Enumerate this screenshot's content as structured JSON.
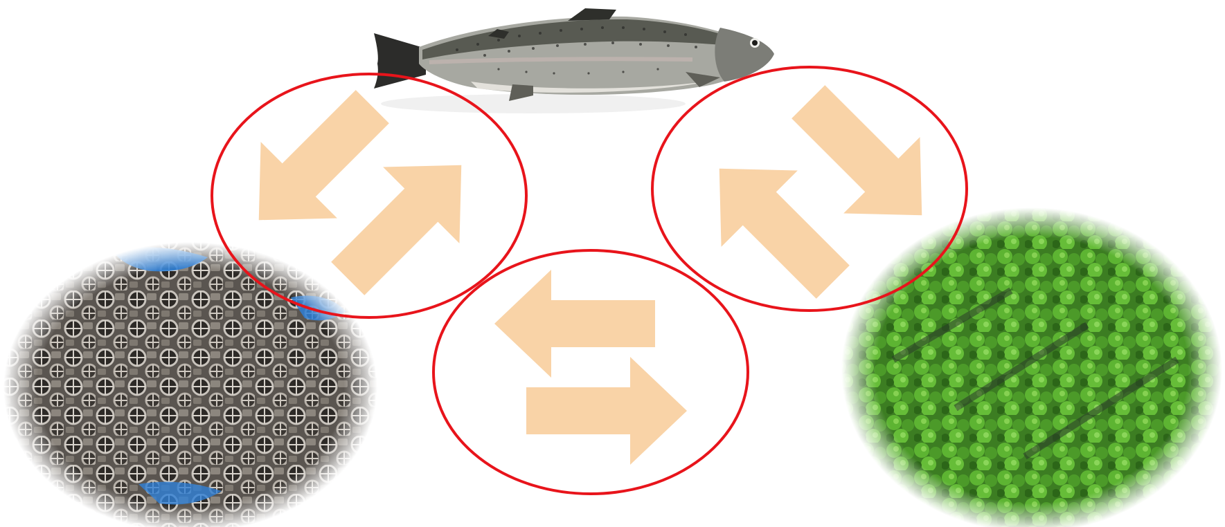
{
  "diagram": {
    "nodes": [
      {
        "id": "fish",
        "kind": "fish-photo",
        "icon": "trout-icon"
      },
      {
        "id": "biofilter",
        "kind": "biofilter-media-photo",
        "icon": "biofilter-media-icon"
      },
      {
        "id": "plants",
        "kind": "lettuce-crop-photo",
        "icon": "lettuce-icon"
      }
    ],
    "links": [
      {
        "from": "fish",
        "to": "biofilter",
        "bidirectional": true
      },
      {
        "from": "fish",
        "to": "plants",
        "bidirectional": true
      },
      {
        "from": "biofilter",
        "to": "plants",
        "bidirectional": true
      }
    ]
  },
  "colors": {
    "ring": "#e8141b",
    "arrow": "#f9d3a7",
    "background": "#ffffff",
    "media_blue": "#2f7fd6",
    "media_dark": "#3f3a36",
    "leaf_green": "#4fa82c",
    "leaf_dark": "#2f6f1a",
    "fish_body": "#9a9a94",
    "fish_back": "#45473f",
    "fish_fin": "#2c2c2a"
  }
}
